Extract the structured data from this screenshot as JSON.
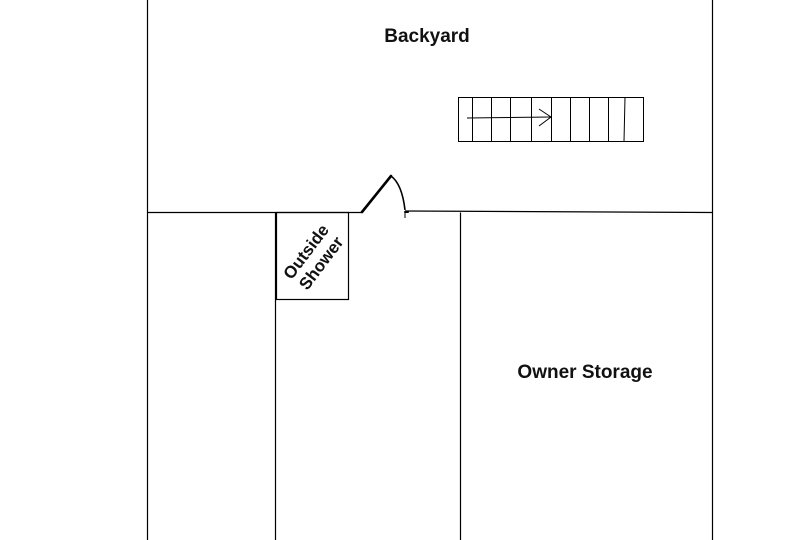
{
  "rooms": {
    "backyard": "Backyard",
    "owner_storage": "Owner Storage",
    "outside_shower_line1": "Outside",
    "outside_shower_line2": "Shower"
  },
  "icons": {
    "stairs": "stairs-icon",
    "door": "door-swing-icon",
    "arrow": "stair-direction-arrow-icon"
  }
}
